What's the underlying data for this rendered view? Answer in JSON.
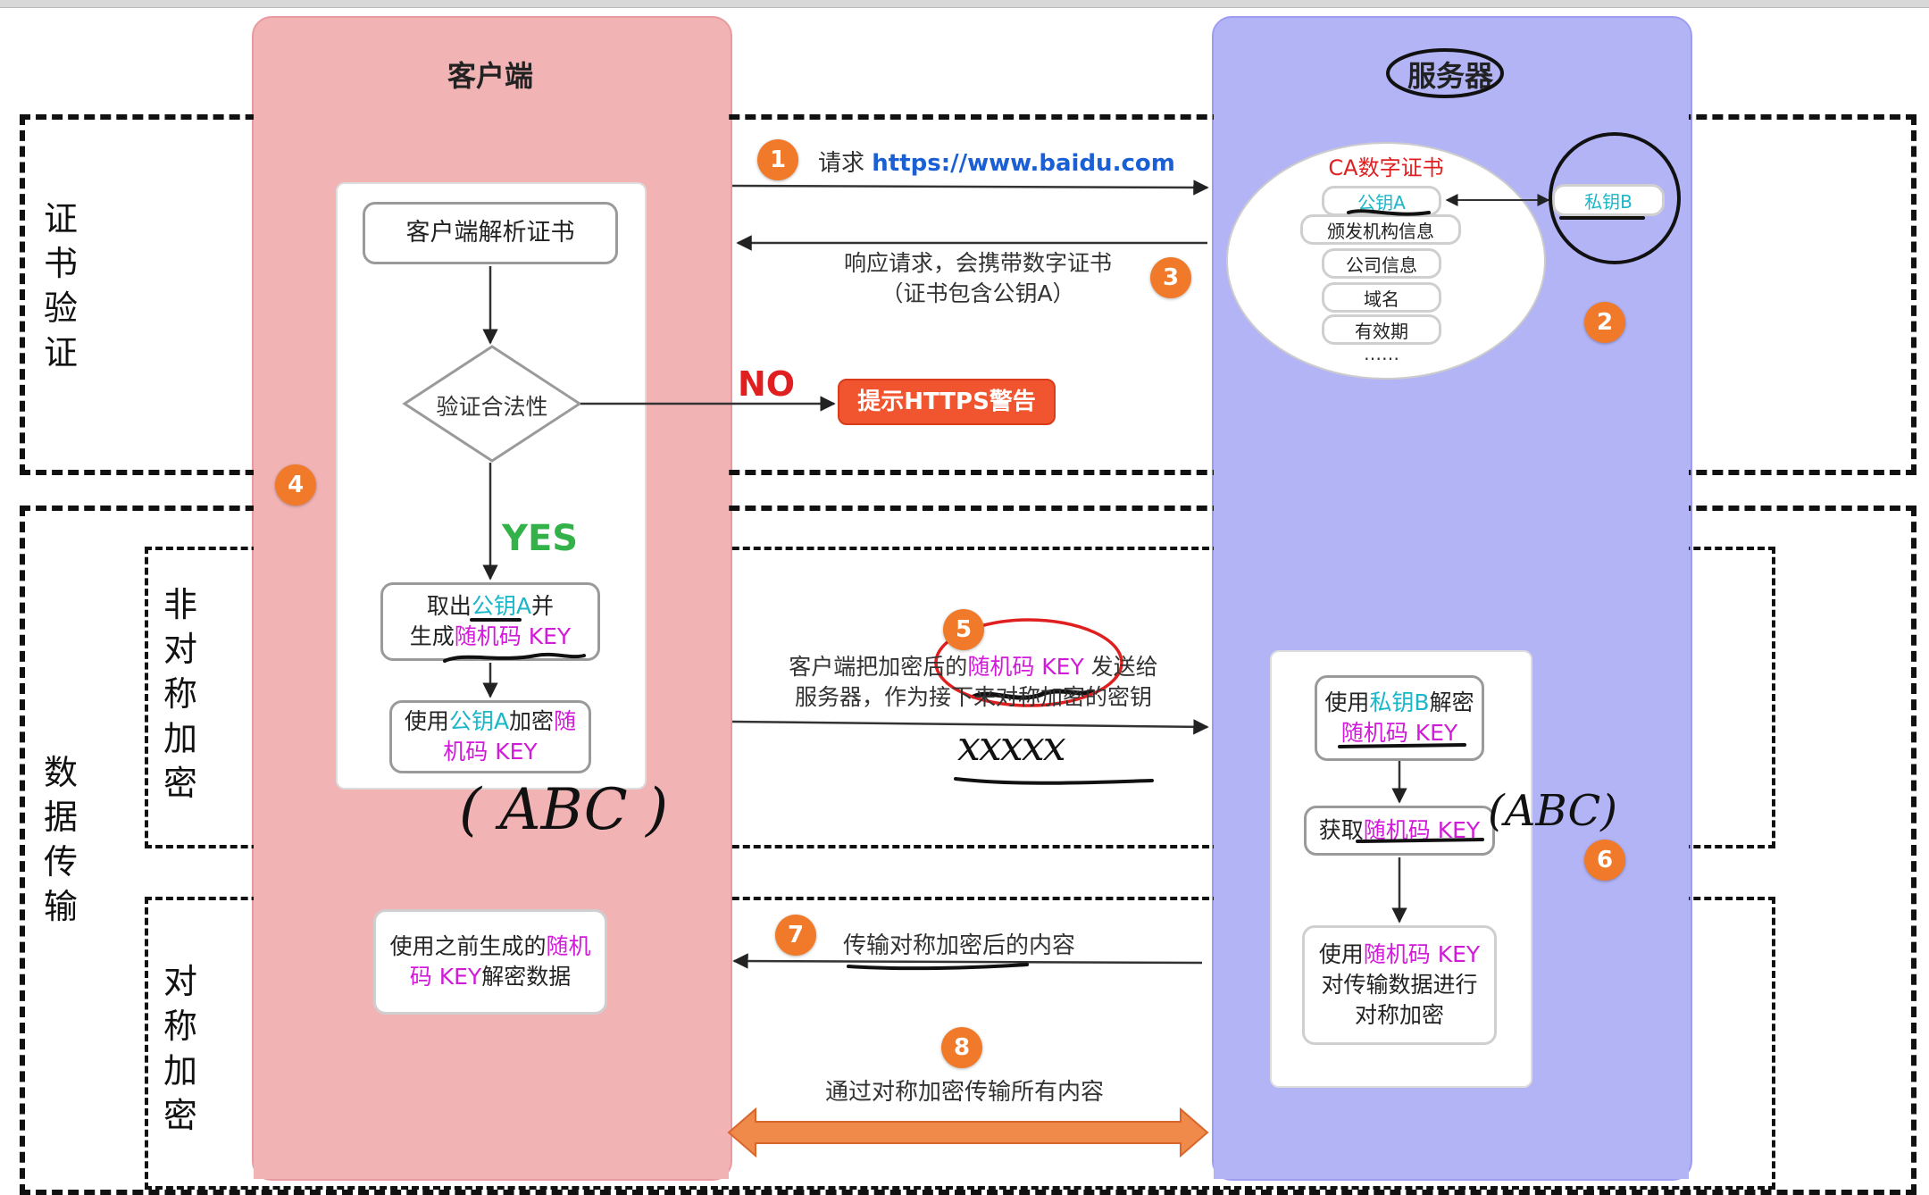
{
  "client": {
    "title": "客户端",
    "parse_cert": "客户端解析证书",
    "verify": "验证合法性",
    "yes": "YES",
    "no": "NO",
    "extract_1a": "取出",
    "extract_1b": "公钥A",
    "extract_1c": "并",
    "extract_2a": "生成",
    "extract_2b": "随机码 KEY",
    "encrypt_1a": "使用",
    "encrypt_1b": "公钥A",
    "encrypt_1c": "加密",
    "encrypt_1d": "随",
    "encrypt_2": "机码 KEY",
    "decrypt_1a": "使用之前生成的",
    "decrypt_1b": "随机",
    "decrypt_2a": "码 KEY",
    "decrypt_2b": "解密数据"
  },
  "server": {
    "title": "服务器",
    "ca_title": "CA数字证书",
    "cert_items": [
      "公钥A",
      "颁发机构信息",
      "公司信息",
      "域名",
      "有效期",
      "……"
    ],
    "private_key": "私钥B",
    "decrypt_1a": "使用",
    "decrypt_1b": "私钥B",
    "decrypt_1c": "解密",
    "decrypt_2": "随机码 KEY",
    "get_a": "获取",
    "get_b": "随机码 KEY",
    "sym_1a": "使用",
    "sym_1b": "随机码 KEY",
    "sym_2": "对传输数据进行",
    "sym_3": "对称加密"
  },
  "warning": "提示HTTPS警告",
  "sections": {
    "cert_verify": [
      "证",
      "书",
      "验",
      "证"
    ],
    "data_transfer": [
      "数",
      "据",
      "传",
      "输"
    ],
    "asymmetric": [
      "非",
      "对",
      "称",
      "加",
      "密"
    ],
    "symmetric": [
      "对",
      "称",
      "加",
      "密"
    ]
  },
  "steps": {
    "s1": "1",
    "s2": "2",
    "s3": "3",
    "s4": "4",
    "s5": "5",
    "s6": "6",
    "s7": "7",
    "s8": "8"
  },
  "messages": {
    "request_a": "请求 ",
    "request_b": "https://www.baidu.com",
    "response_1": "响应请求，会携带数字证书",
    "response_2": "（证书包含公钥A）",
    "send_1a": "客户端把加密后的",
    "send_1b": "随机码 KEY",
    "send_1c": " 发送给",
    "send_2": "服务器，作为接下来对称加密的密钥",
    "transfer_sym": "传输对称加密后的内容",
    "all_sym": "通过对称加密传输所有内容"
  },
  "annotations": {
    "scribble_1": "xxxxx",
    "abc_left": "( ABC )",
    "abc_right": "(ABC)"
  },
  "colors": {
    "client_lane": "#f2b3b5",
    "server_lane": "#b3b4f6",
    "step_badge": "#f07a2a",
    "key_cyan": "#1bb7c8",
    "key_magenta": "#d21ad9",
    "warning_red": "#f05530",
    "yes_green": "#34b24a",
    "no_red": "#e02020",
    "url_blue": "#1a5fd4"
  }
}
